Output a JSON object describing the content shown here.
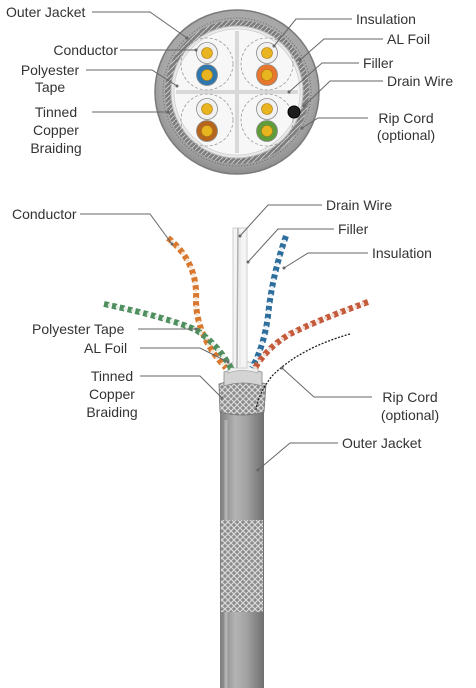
{
  "cross_section": {
    "labels": {
      "outer_jacket": "Outer Jacket",
      "conductor": "Conductor",
      "polyester_tape_1": "Polyester",
      "polyester_tape_2": "Tape",
      "tinned_1": "Tinned",
      "tinned_2": "Copper",
      "tinned_3": "Braiding",
      "insulation": "Insulation",
      "al_foil": "AL Foil",
      "filler": "Filler",
      "drain_wire": "Drain Wire",
      "rip_cord_1": "Rip Cord",
      "rip_cord_2": "(optional)"
    },
    "pair_colors": [
      {
        "stripe": "#f1f1f1",
        "solid": "#2f78ae"
      },
      {
        "stripe": "#f1f1f1",
        "solid": "#e8762c"
      },
      {
        "stripe": "#f1f1f1",
        "solid": "#b5651d"
      },
      {
        "stripe": "#f1f1f1",
        "solid": "#5f9d3b"
      }
    ],
    "conductor_color": "#e8b420"
  },
  "side_view": {
    "labels": {
      "conductor": "Conductor",
      "drain_wire": "Drain Wire",
      "filler": "Filler",
      "insulation": "Insulation",
      "polyester_tape": "Polyester Tape",
      "al_foil": "AL Foil",
      "tinned_1": "Tinned",
      "tinned_2": "Copper",
      "tinned_3": "Braiding",
      "rip_cord_1": "Rip Cord",
      "rip_cord_2": "(optional)",
      "outer_jacket": "Outer Jacket"
    },
    "jacket_color": "#9d9d9d"
  }
}
